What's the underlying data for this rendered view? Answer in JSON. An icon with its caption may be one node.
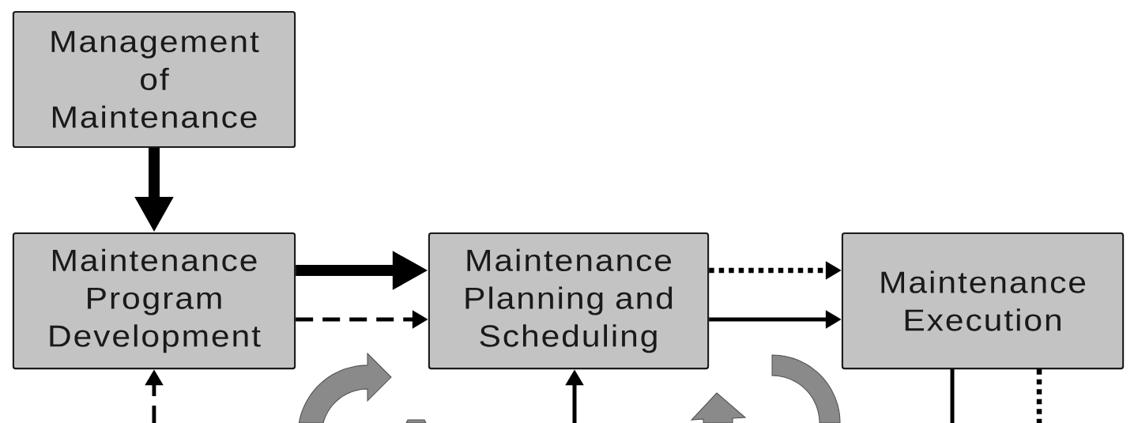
{
  "diagram": {
    "nodes": [
      {
        "text": [
          "Management of Maintenance"
        ]
      },
      {
        "text": [
          "Maintenance Program Development"
        ]
      },
      {
        "text": [
          "Maintenance Planning and Scheduling"
        ]
      },
      {
        "text": [
          "Maintenance Execution"
        ]
      }
    ],
    "edges": [
      {
        "from": 0,
        "to": 1,
        "arrow": "to",
        "style": "thick"
      },
      {
        "from": 1,
        "to": 2,
        "arrow": "to",
        "style": "thick"
      },
      {
        "from": 1,
        "to": 2,
        "arrow": "to",
        "style": "dashed"
      },
      {
        "from": 2,
        "to": 3,
        "arrow": "to",
        "style": "dashed"
      },
      {
        "from": 2,
        "to": 3,
        "arrow": "to"
      },
      {
        "from": null,
        "to": 1,
        "arrow": "to",
        "style": "dashed"
      },
      {
        "from": null,
        "to": 2,
        "arrow": "to"
      },
      {
        "from": 3,
        "to": null,
        "arrow": "none"
      },
      {
        "from": 3,
        "to": null,
        "arrow": "none",
        "style": "dashed"
      }
    ]
  }
}
